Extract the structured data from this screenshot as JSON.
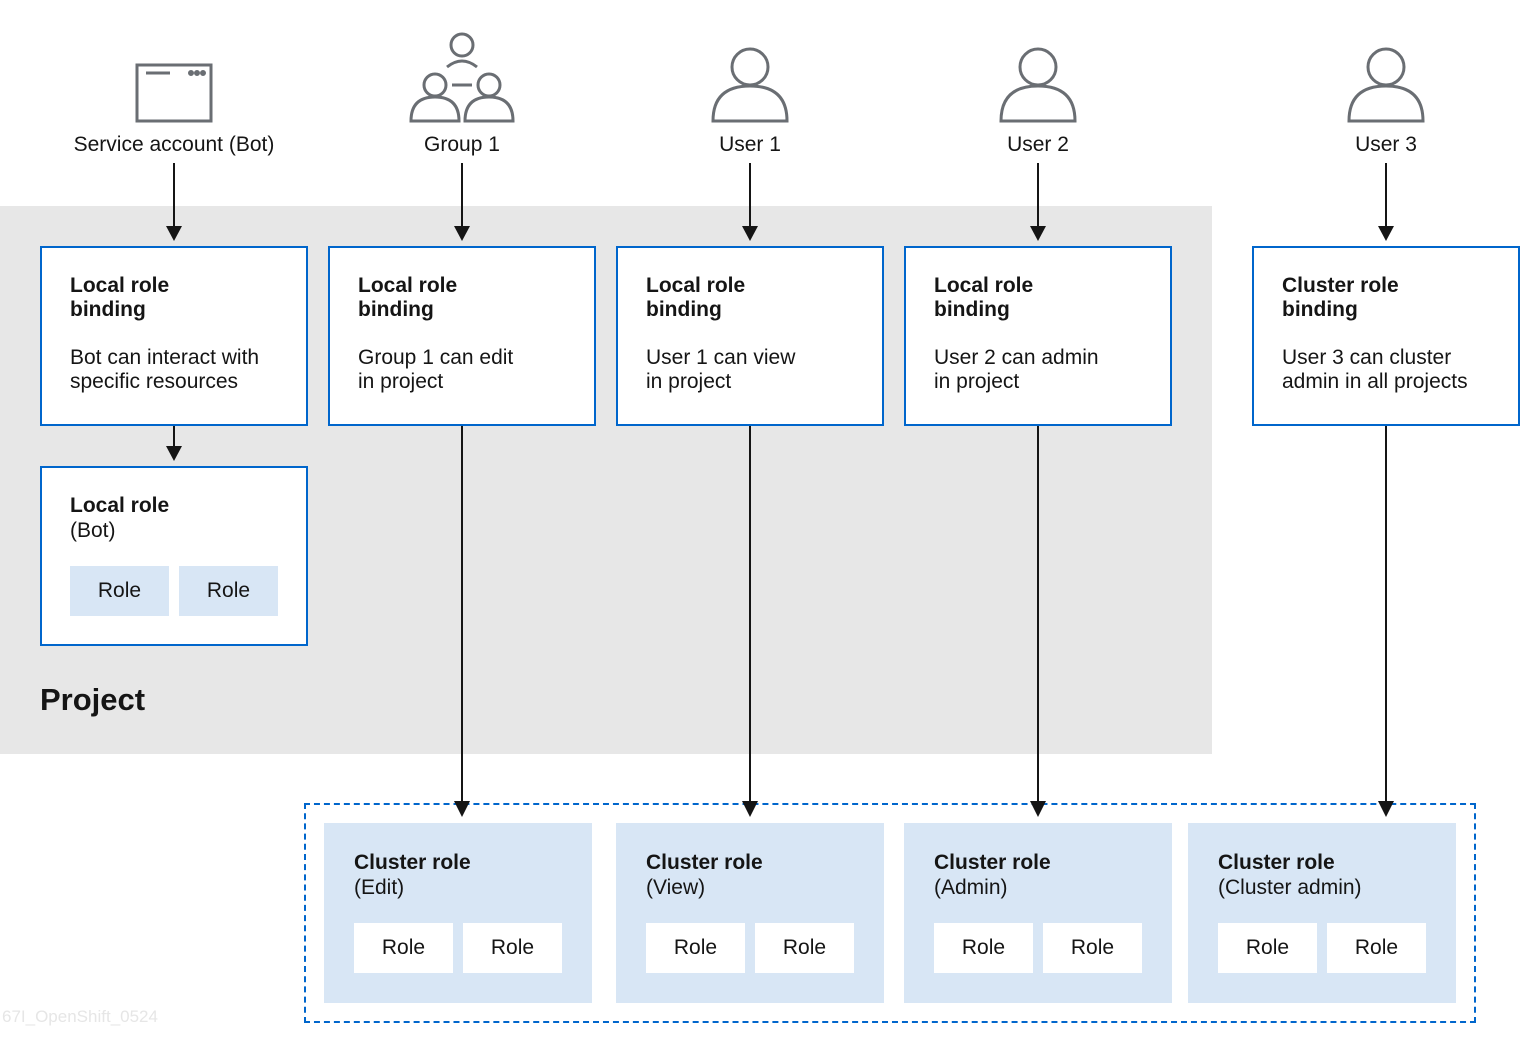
{
  "actors": [
    {
      "label": "Service account (Bot)",
      "icon": "service-account-window-icon"
    },
    {
      "label": "Group 1",
      "icon": "group-icon"
    },
    {
      "label": "User 1",
      "icon": "user-icon"
    },
    {
      "label": "User 2",
      "icon": "user-icon"
    },
    {
      "label": "User 3",
      "icon": "user-icon"
    }
  ],
  "bindings": [
    {
      "title_line1": "Local role",
      "title_line2": "binding",
      "desc_line1": "Bot can interact with",
      "desc_line2": "specific resources"
    },
    {
      "title_line1": "Local role",
      "title_line2": "binding",
      "desc_line1": "Group 1 can edit",
      "desc_line2": "in project"
    },
    {
      "title_line1": "Local role",
      "title_line2": "binding",
      "desc_line1": "User 1 can view",
      "desc_line2": "in project"
    },
    {
      "title_line1": "Local role",
      "title_line2": "binding",
      "desc_line1": "User 2 can admin",
      "desc_line2": "in project"
    },
    {
      "title_line1": "Cluster role",
      "title_line2": "binding",
      "desc_line1": "User 3 can cluster",
      "desc_line2": "admin in all projects"
    }
  ],
  "local_role": {
    "title": "Local role",
    "subtitle": "(Bot)",
    "roles": [
      "Role",
      "Role"
    ]
  },
  "project_label": "Project",
  "cluster_roles": [
    {
      "title": "Cluster role",
      "subtitle": "(Edit)",
      "roles": [
        "Role",
        "Role"
      ]
    },
    {
      "title": "Cluster role",
      "subtitle": "(View)",
      "roles": [
        "Role",
        "Role"
      ]
    },
    {
      "title": "Cluster role",
      "subtitle": "(Admin)",
      "roles": [
        "Role",
        "Role"
      ]
    },
    {
      "title": "Cluster role",
      "subtitle": "(Cluster admin)",
      "roles": [
        "Role",
        "Role"
      ]
    }
  ],
  "watermark": "67I_OpenShift_0524",
  "colors": {
    "accent": "#0066cc",
    "project_bg": "#e7e7e7",
    "cluster_role_bg": "#d8e6f5",
    "icon_stroke": "#6a6e73"
  }
}
